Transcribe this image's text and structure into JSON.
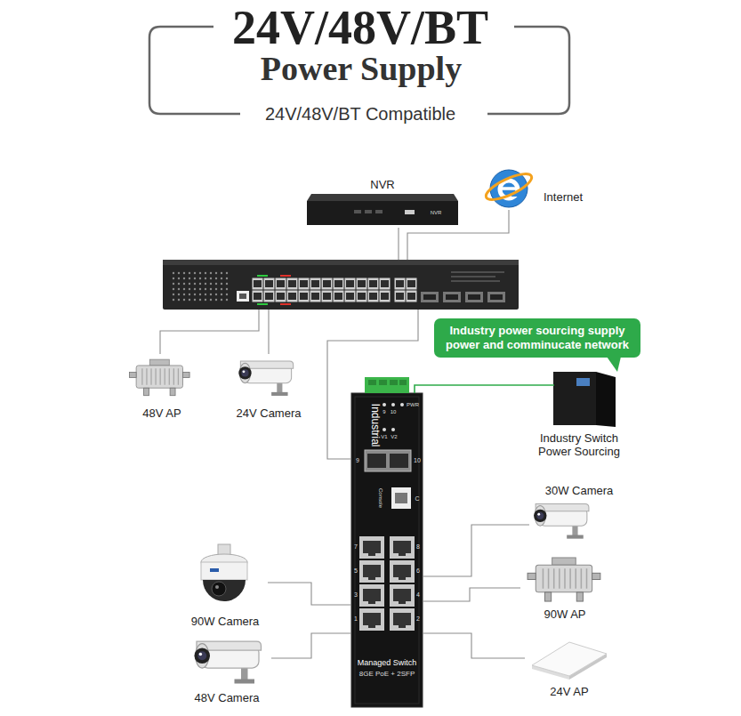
{
  "diagram": {
    "title": "24V/48V/BT",
    "nodes": [
      {
        "text": [
          "NVR"
        ]
      },
      {
        "text": [
          "Internet"
        ]
      },
      {
        "text": []
      },
      {
        "text": [
          "48V AP"
        ]
      },
      {
        "text": [
          "24V Camera"
        ]
      },
      {
        "text": [
          "Industrial",
          "Managed Switch",
          "8GE PoE + 2SFP"
        ]
      },
      {
        "text": [
          "Industry power sourcing supply power and comminucate network"
        ]
      },
      {
        "text": [
          "Industry Switch Power Sourcing"
        ]
      },
      {
        "text": [
          "30W Camera"
        ]
      },
      {
        "text": [
          "90W Camera"
        ]
      },
      {
        "text": [
          "90W AP"
        ]
      },
      {
        "text": [
          "48V Camera"
        ]
      },
      {
        "text": [
          "24V AP"
        ]
      }
    ],
    "edges": [
      {
        "from": 0,
        "to": 2,
        "arrow": "none"
      },
      {
        "from": 1,
        "to": 2,
        "arrow": "none"
      },
      {
        "from": 2,
        "to": 3,
        "arrow": "none"
      },
      {
        "from": 2,
        "to": 4,
        "arrow": "none"
      },
      {
        "from": 2,
        "to": 5,
        "arrow": "none"
      },
      {
        "from": 7,
        "to": 5,
        "arrow": "none"
      },
      {
        "from": 5,
        "to": 8,
        "arrow": "none"
      },
      {
        "from": 5,
        "to": 10,
        "arrow": "none"
      },
      {
        "from": 5,
        "to": 12,
        "arrow": "none"
      },
      {
        "from": 9,
        "to": 5,
        "arrow": "none"
      },
      {
        "from": 11,
        "to": 5,
        "arrow": "none"
      }
    ],
    "labels": [
      "Power Supply",
      "24V/48V/BT Compatible",
      "NVR",
      "9",
      "10",
      "PWR",
      "V1",
      "V2",
      "9",
      "10",
      "Console",
      "C",
      "7",
      "8",
      "5",
      "6",
      "3",
      "4",
      "1",
      "2"
    ]
  }
}
